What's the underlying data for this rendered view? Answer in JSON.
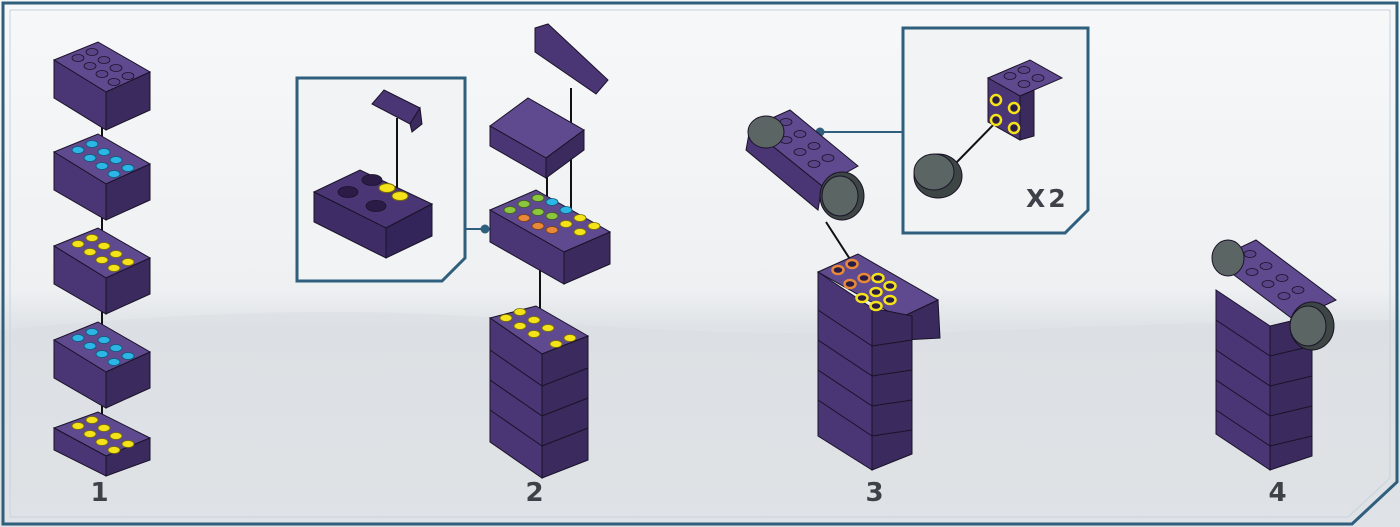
{
  "steps": [
    {
      "number": "1"
    },
    {
      "number": "2"
    },
    {
      "number": "3"
    },
    {
      "number": "4"
    }
  ],
  "callout": {
    "multiplier": "X2"
  },
  "colors": {
    "brick": "#4a3575",
    "brick_top": "#5f4a8f",
    "brick_side": "#3a2a5e",
    "stud_cyan": "#2bb6e6",
    "stud_yellow": "#f4e21a",
    "stud_green": "#8cc63f",
    "stud_orange": "#e8893a",
    "frame": "#2f5f7c",
    "wheel": "#4a5553",
    "outline": "#1a1328"
  }
}
